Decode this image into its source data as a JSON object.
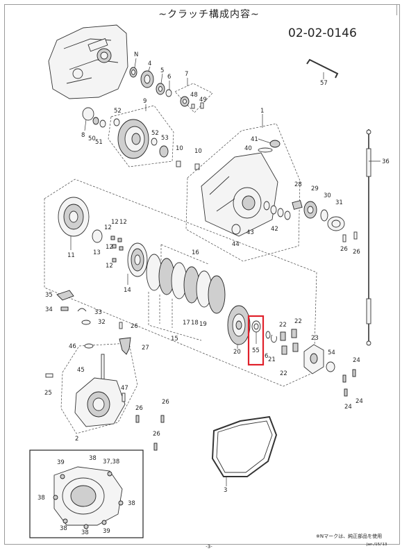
{
  "header": {
    "title": "~クラッチ構成内容~",
    "part_number": "02-02-0146"
  },
  "footer": {
    "note": "※Nマークは、純正部品を使用",
    "date": "Jan./15/'13",
    "page": "-3-"
  },
  "highlight_color": "#e0202a",
  "callouts": {
    "N": "N",
    "c4": "4",
    "c5": "5",
    "c6a": "6",
    "c7": "7",
    "c48": "48",
    "c49": "49",
    "c9": "9",
    "c52a": "52",
    "c52b": "52",
    "c53": "53",
    "c8": "8",
    "c50": "50",
    "c51": "51",
    "c10a": "10",
    "c10b": "10",
    "c57": "57",
    "c1": "1",
    "c41": "41",
    "c40": "40",
    "c36": "36",
    "c28": "28",
    "c29": "29",
    "c30": "30",
    "c31": "31",
    "c42": "42",
    "c43": "43",
    "c44": "44",
    "c26a": "26",
    "c26b": "26",
    "c11": "11",
    "c13": "13",
    "c12a": "12",
    "c12b": "12",
    "c12c": "12",
    "c12d": "12",
    "c12e": "12",
    "c14": "14",
    "c16": "16",
    "c35": "35",
    "c34": "34",
    "c33": "33",
    "c32": "32",
    "c26c": "26",
    "c17": "17",
    "c18": "18",
    "c19": "19",
    "c15": "15",
    "c20": "20",
    "c55": "55",
    "c6b": "6",
    "c21": "21",
    "c22a": "22",
    "c22b": "22",
    "c22c": "22",
    "c23": "23",
    "c54": "54",
    "c24a": "24",
    "c24b": "24",
    "c24c": "24",
    "c46": "46",
    "c27": "27",
    "c45": "45",
    "c47": "47",
    "c25": "25",
    "c26d": "26",
    "c26e": "26",
    "c26f": "26",
    "c2": "2",
    "c3": "3",
    "c39a": "39",
    "c38a": "38",
    "c3738": "37,38",
    "c38b": "38",
    "c38c": "38",
    "c38d": "38",
    "c38e": "38",
    "c39b": "39"
  }
}
